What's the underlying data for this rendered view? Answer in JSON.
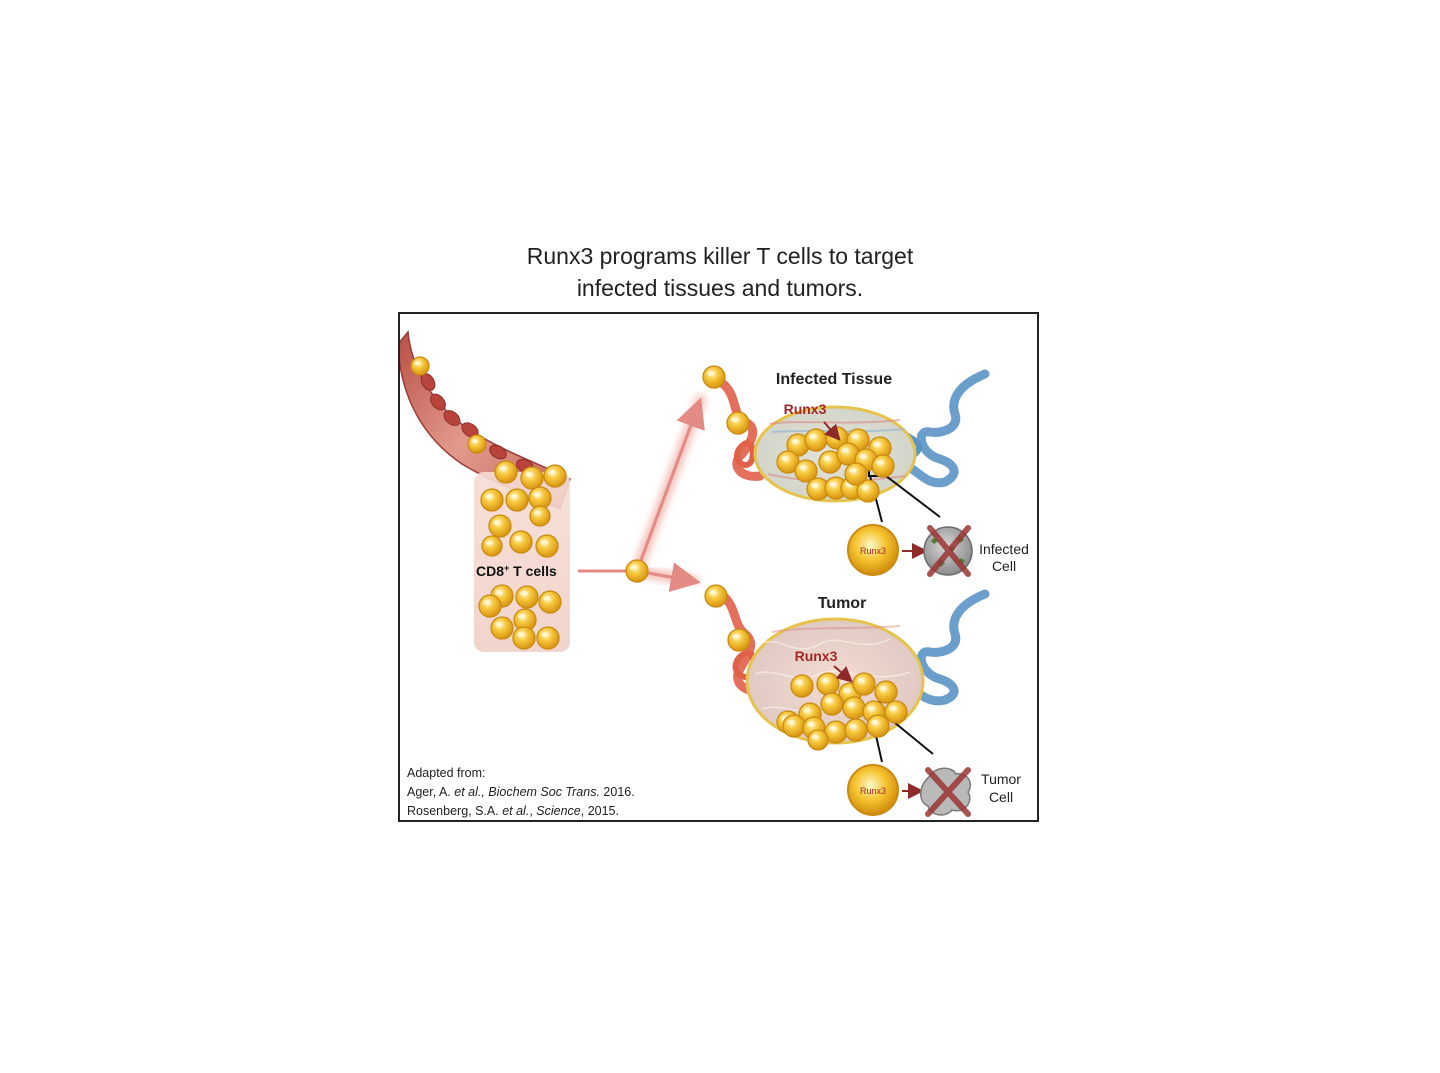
{
  "title": {
    "line1": "Runx3 programs killer T cells to target",
    "line2": "infected tissues and tumors."
  },
  "labels": {
    "cd8_text": "CD8",
    "cd8_sup": "+",
    "cd8_suffix": " T cells",
    "infected_tissue": "Infected Tissue",
    "tumor": "Tumor",
    "runx3_top": "Runx3",
    "runx3_bottom": "Runx3",
    "cell_runx3_top": "Runx3",
    "cell_runx3_bottom": "Runx3",
    "infected_cell_line1": "Infected",
    "infected_cell_line2": "Cell",
    "tumor_cell_line1": "Tumor",
    "tumor_cell_line2": "Cell"
  },
  "citation": {
    "line1": "Adapted from:",
    "line2_a": "Ager, A. ",
    "line2_b": "et al., Biochem Soc Trans.",
    "line2_c": " 2016.",
    "line3_a": "Rosenberg, S.A. ",
    "line3_b": "et al.",
    "line3_c": ", ",
    "line3_d": "Science",
    "line3_e": ", 2015."
  },
  "colors": {
    "t_cell_fill": "#f0b623",
    "t_cell_edge": "#c98a10",
    "vessel": "#c8685e",
    "artery": "#e0604a",
    "vein": "#5b93c4",
    "runx3_label": "#a0282a",
    "cross": "#a33a3a"
  }
}
